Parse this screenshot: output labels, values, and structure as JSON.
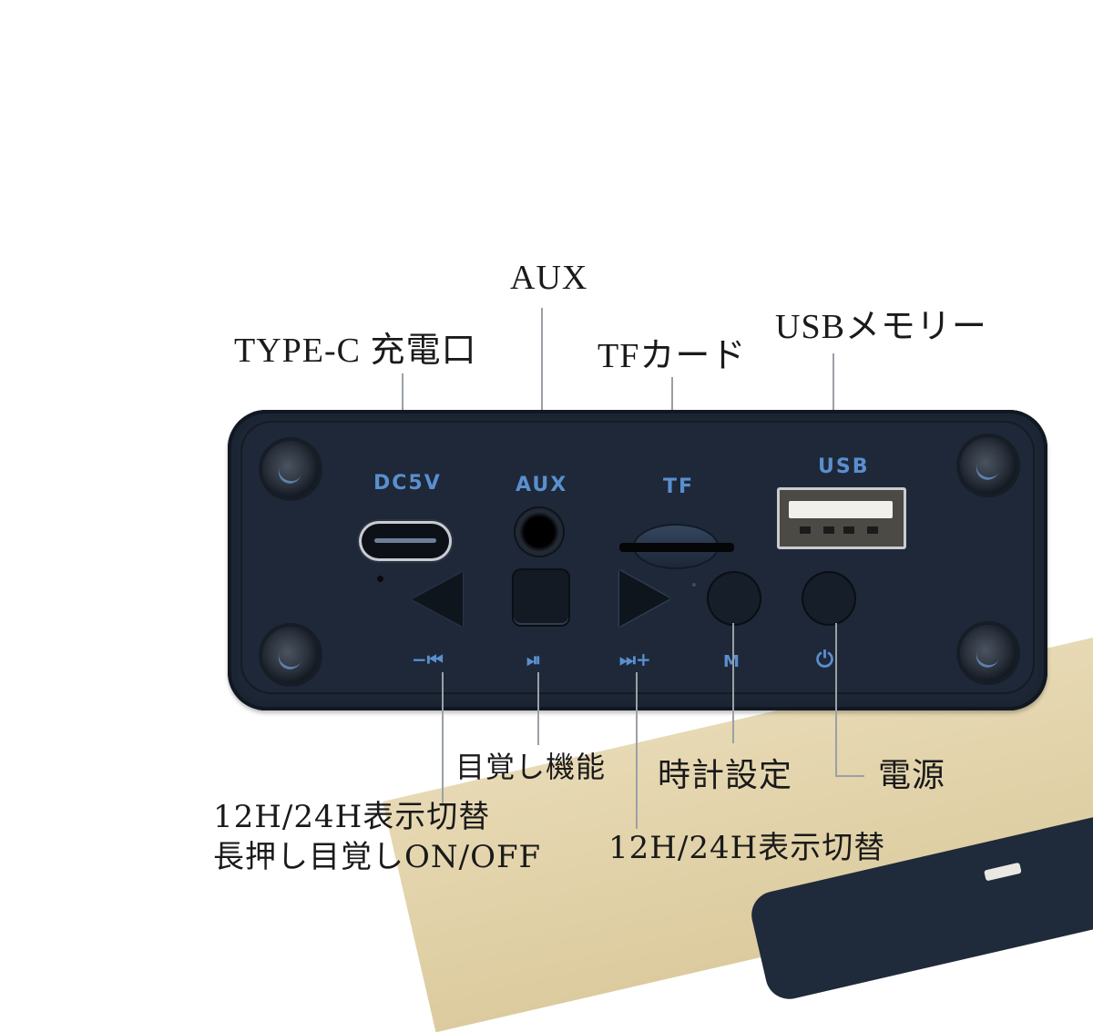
{
  "image": {
    "subject": "clock speaker rear control panel with Japanese callout labels",
    "background_color": "#ffffff",
    "panel_color": "#1d2634",
    "panel_label_color": "#5a8fcf",
    "callout_line_color": "#9aa0a6",
    "wood_color": "#e0cfa5"
  },
  "top_callouts": {
    "aux": "AUX",
    "type_c": "TYPE-C 充電口",
    "tf_card": "TFカード",
    "usb_memory": "USBメモリー"
  },
  "panel": {
    "port_labels": {
      "dc5v": "DC5V",
      "aux": "AUX",
      "tf": "TF",
      "usb": "USB"
    },
    "button_symbols": {
      "prev": "−⏮",
      "play_pause": "⏯",
      "next": "⏭+",
      "mode": "M",
      "power": "⏻"
    }
  },
  "bottom_callouts": {
    "prev_line1": "12H/24H表示切替",
    "prev_line2": "長押し目覚しON/OFF",
    "play_pause": "目覚し機能",
    "next": "12H/24H表示切替",
    "mode": "時計設定",
    "power": "電源"
  }
}
